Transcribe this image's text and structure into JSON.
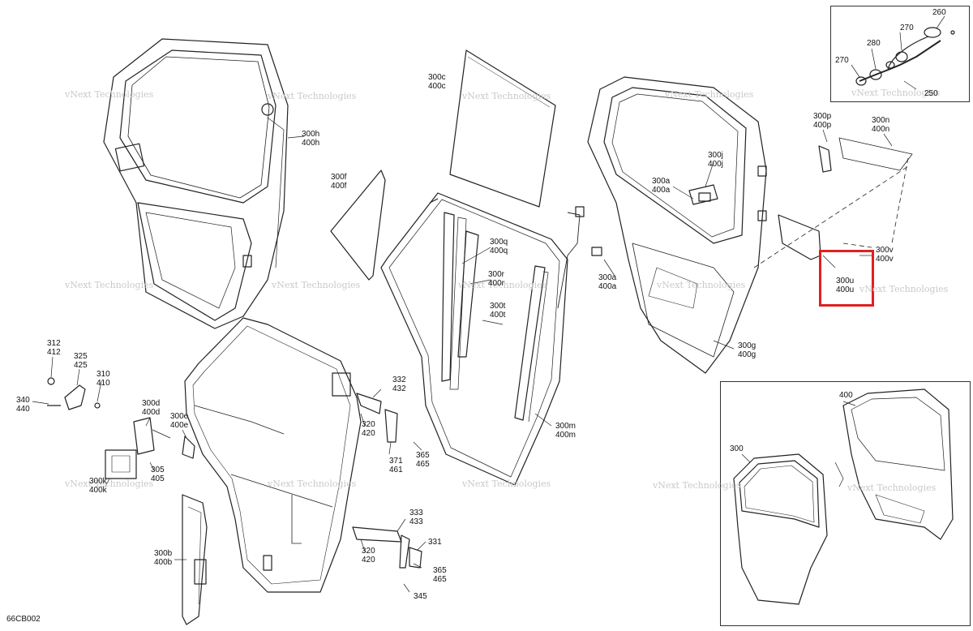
{
  "drawing_code": "66CB002",
  "watermark": "vNext Technologies",
  "watermark_small": "vNext Technologies",
  "highlight_color": "#e02020",
  "labels": {
    "l300h": [
      "300h",
      "400h"
    ],
    "l300c": [
      "300c",
      "400c"
    ],
    "l300f": [
      "300f",
      "400f"
    ],
    "l300j": [
      "300j",
      "400j"
    ],
    "l300a_top": [
      "300a",
      "400a"
    ],
    "l300p": [
      "300p",
      "400p"
    ],
    "l300n": [
      "300n",
      "400n"
    ],
    "l300v": [
      "300v",
      "400v"
    ],
    "l300u": [
      "300u",
      "400u"
    ],
    "l300q": [
      "300q",
      "400q"
    ],
    "l300r": [
      "300r",
      "400r"
    ],
    "l300t": [
      "300t",
      "400t"
    ],
    "l300a_mid": [
      "300a",
      "400a"
    ],
    "l300g": [
      "300g",
      "400g"
    ],
    "l300m": [
      "300m",
      "400m"
    ],
    "l312": [
      "312",
      "412"
    ],
    "l325": [
      "325",
      "425"
    ],
    "l310": [
      "310",
      "410"
    ],
    "l340": [
      "340",
      "440"
    ],
    "l300d": [
      "300d",
      "400d"
    ],
    "l300e": [
      "300e",
      "400e"
    ],
    "l300k": [
      "300k",
      "400k"
    ],
    "l305": [
      "305",
      "405"
    ],
    "l332": [
      "332",
      "432"
    ],
    "l320a": [
      "320",
      "420"
    ],
    "l371": [
      "371",
      "461"
    ],
    "l365a": [
      "365",
      "465"
    ],
    "l333": [
      "333",
      "433"
    ],
    "l320b": [
      "320",
      "420"
    ],
    "l331": [
      "331"
    ],
    "l365b": [
      "365",
      "465"
    ],
    "l345": [
      "345"
    ],
    "l300b": [
      "300b",
      "400b"
    ],
    "l260": [
      "260"
    ],
    "l270a": [
      "270"
    ],
    "l280": [
      "280"
    ],
    "l270b": [
      "270"
    ],
    "l250": [
      "250"
    ],
    "l300": [
      "300"
    ],
    "l400": [
      "400"
    ]
  }
}
